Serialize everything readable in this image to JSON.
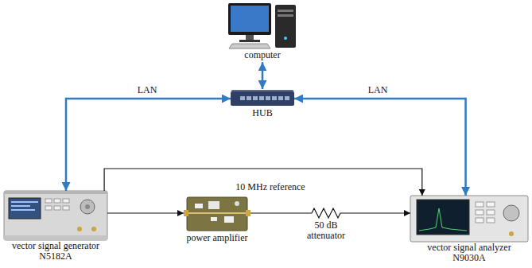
{
  "diagram": {
    "nodes": [
      {
        "text": [
          "computer"
        ]
      },
      {
        "text": [
          "HUB"
        ]
      },
      {
        "text": [
          "vector signal generator N5182A"
        ]
      },
      {
        "text": [
          "power amplifier"
        ]
      },
      {
        "text": [
          "50 dB attenuator"
        ]
      },
      {
        "text": [
          "vector signal analyzer N9030A"
        ]
      }
    ],
    "edges": [
      {
        "from": 0,
        "to": 1,
        "arrow": "both"
      },
      {
        "from": 1,
        "to": 2,
        "label": "LAN",
        "arrow": "both"
      },
      {
        "from": 1,
        "to": 5,
        "label": "LAN",
        "arrow": "both"
      },
      {
        "from": 2,
        "to": 5,
        "label": "10 MHz reference",
        "arrow": "to"
      },
      {
        "from": 2,
        "to": 3,
        "arrow": "to"
      },
      {
        "from": 3,
        "to": 4,
        "arrow": "none"
      },
      {
        "from": 4,
        "to": 5,
        "arrow": "to"
      }
    ]
  }
}
